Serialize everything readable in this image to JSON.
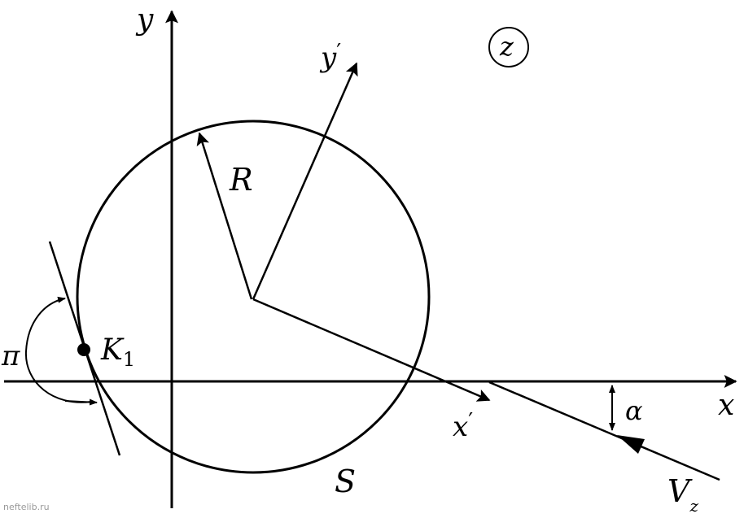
{
  "labels": {
    "y": "y",
    "x": "x",
    "y_prime": "y",
    "x_prime": "x",
    "prime": "′",
    "R": "R",
    "S": "S",
    "K": "K",
    "K_sub": "1",
    "pi": "π",
    "alpha": "α",
    "V": "V",
    "V_sub": "z",
    "plane": "z"
  },
  "watermark": "neftelib.ru",
  "colors": {
    "ink": "#000000",
    "watermark": "#999999"
  }
}
